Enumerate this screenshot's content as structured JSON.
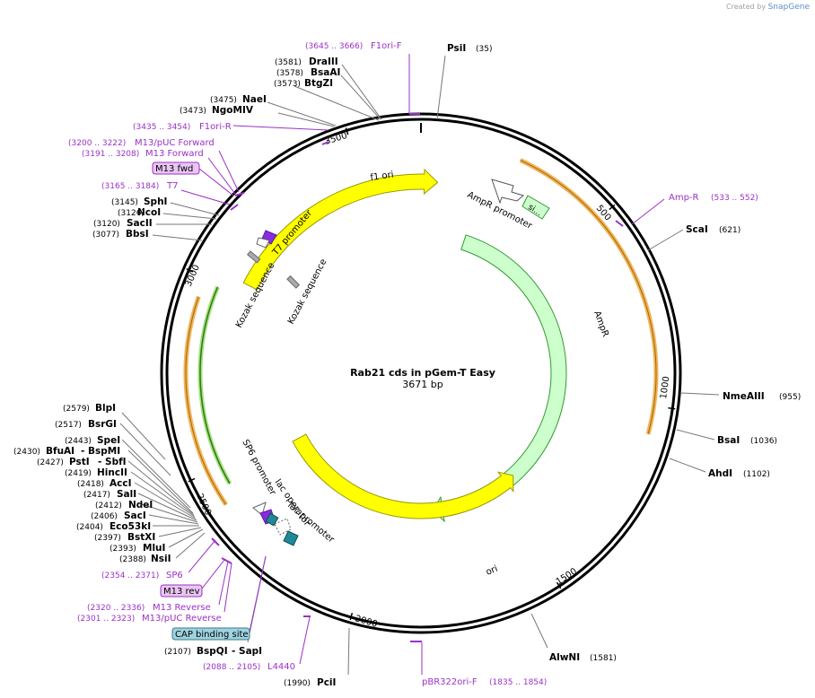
{
  "credit": {
    "prefix": "Created by",
    "brand": "SnapGene"
  },
  "title": "Rab21 cds in pGem-T Easy",
  "subtitle": "3671 bp",
  "colors": {
    "enzyme": "#000000",
    "primer": "#9b30c8",
    "backbone": "#000000",
    "ori": "#ffff00",
    "ampr": "#ccffcc",
    "orf": "#f0a030"
  },
  "ticks": [
    "500",
    "1000",
    "1500",
    "2000",
    "2500",
    "3000",
    "3500"
  ],
  "features": {
    "f1_ori": "f1 ori",
    "ampr_promoter": "AmpR promoter",
    "sig": "si...",
    "ampr": "AmpR",
    "ori": "ori",
    "t7_promoter": "T7 promoter",
    "kozak1": "Kozak sequence",
    "kozak2": "Kozak sequence",
    "sp6_promoter": "SP6 promoter",
    "lac_operator": "lac operator",
    "lac_promoter": "lac promoter"
  },
  "labels": [
    {
      "pos": "(3645 .. 3666)",
      "name": "F1ori-F",
      "kind": "primer"
    },
    {
      "pos": "(35)",
      "name": "PsiI",
      "kind": "enzyme"
    },
    {
      "pos": "(3581)",
      "name": "DraIII",
      "kind": "enzyme"
    },
    {
      "pos": "(3578)",
      "name": "BsaAI",
      "kind": "enzyme"
    },
    {
      "pos": "(3573)",
      "name": "BtgZI",
      "kind": "enzyme"
    },
    {
      "pos": "(3475)",
      "name": "NaeI",
      "kind": "enzyme"
    },
    {
      "pos": "(3473)",
      "name": "NgoMIV",
      "kind": "enzyme"
    },
    {
      "pos": "(3435 .. 3454)",
      "name": "F1ori-R",
      "kind": "primer"
    },
    {
      "pos": "(3200 .. 3222)",
      "name": "M13/pUC Forward",
      "kind": "primer"
    },
    {
      "pos": "(3191 .. 3208)",
      "name": "M13 Forward",
      "kind": "primer"
    },
    {
      "pos": "",
      "name": "M13 fwd",
      "kind": "boxpurple"
    },
    {
      "pos": "(3165 .. 3184)",
      "name": "T7",
      "kind": "primer"
    },
    {
      "pos": "(3145)",
      "name": "SphI",
      "kind": "enzyme"
    },
    {
      "pos": "(3126)",
      "name": "NcoI",
      "kind": "enzyme"
    },
    {
      "pos": "(3120)",
      "name": "SacII",
      "kind": "enzyme"
    },
    {
      "pos": "(3077)",
      "name": "BbsI",
      "kind": "enzyme"
    },
    {
      "pos": "(533 .. 552)",
      "name": "Amp-R",
      "kind": "primer"
    },
    {
      "pos": "(621)",
      "name": "ScaI",
      "kind": "enzyme"
    },
    {
      "pos": "(955)",
      "name": "NmeAIII",
      "kind": "enzyme"
    },
    {
      "pos": "(1036)",
      "name": "BsaI",
      "kind": "enzyme"
    },
    {
      "pos": "(1102)",
      "name": "AhdI",
      "kind": "enzyme"
    },
    {
      "pos": "(1581)",
      "name": "AlwNI",
      "kind": "enzyme"
    },
    {
      "pos": "(1835 .. 1854)",
      "name": "pBR322ori-F",
      "kind": "primer"
    },
    {
      "pos": "(1990)",
      "name": "PciI",
      "kind": "enzyme"
    },
    {
      "pos": "(2088 .. 2105)",
      "name": "L4440",
      "kind": "primer"
    },
    {
      "pos": "(2107)",
      "name": "BspQI",
      "name2": "- SapI",
      "kind": "enzyme"
    },
    {
      "pos": "",
      "name": "CAP binding site",
      "kind": "boxteal"
    },
    {
      "pos": "(2301 .. 2323)",
      "name": "M13/pUC Reverse",
      "kind": "primer"
    },
    {
      "pos": "(2320 .. 2336)",
      "name": "M13 Reverse",
      "kind": "primer"
    },
    {
      "pos": "",
      "name": "M13 rev",
      "kind": "boxpurple"
    },
    {
      "pos": "(2354 .. 2371)",
      "name": "SP6",
      "kind": "primer"
    },
    {
      "pos": "(2388)",
      "name": "NsiI",
      "kind": "enzyme"
    },
    {
      "pos": "(2393)",
      "name": "MluI",
      "kind": "enzyme"
    },
    {
      "pos": "(2397)",
      "name": "BstXI",
      "kind": "enzyme"
    },
    {
      "pos": "(2404)",
      "name": "Eco53kI",
      "kind": "enzyme"
    },
    {
      "pos": "(2406)",
      "name": "SacI",
      "kind": "enzyme"
    },
    {
      "pos": "(2412)",
      "name": "NdeI",
      "kind": "enzyme"
    },
    {
      "pos": "(2417)",
      "name": "SalI",
      "kind": "enzyme"
    },
    {
      "pos": "(2418)",
      "name": "AccI",
      "kind": "enzyme"
    },
    {
      "pos": "(2419)",
      "name": "HincII",
      "kind": "enzyme"
    },
    {
      "pos": "(2427)",
      "name": "PstI",
      "name2": "- SbfI",
      "kind": "enzyme"
    },
    {
      "pos": "(2430)",
      "name": "BfuAI",
      "name2": "- BspMI",
      "kind": "enzyme"
    },
    {
      "pos": "(2443)",
      "name": "SpeI",
      "kind": "enzyme"
    },
    {
      "pos": "(2517)",
      "name": "BsrGI",
      "kind": "enzyme"
    },
    {
      "pos": "(2579)",
      "name": "BlpI",
      "kind": "enzyme"
    }
  ]
}
